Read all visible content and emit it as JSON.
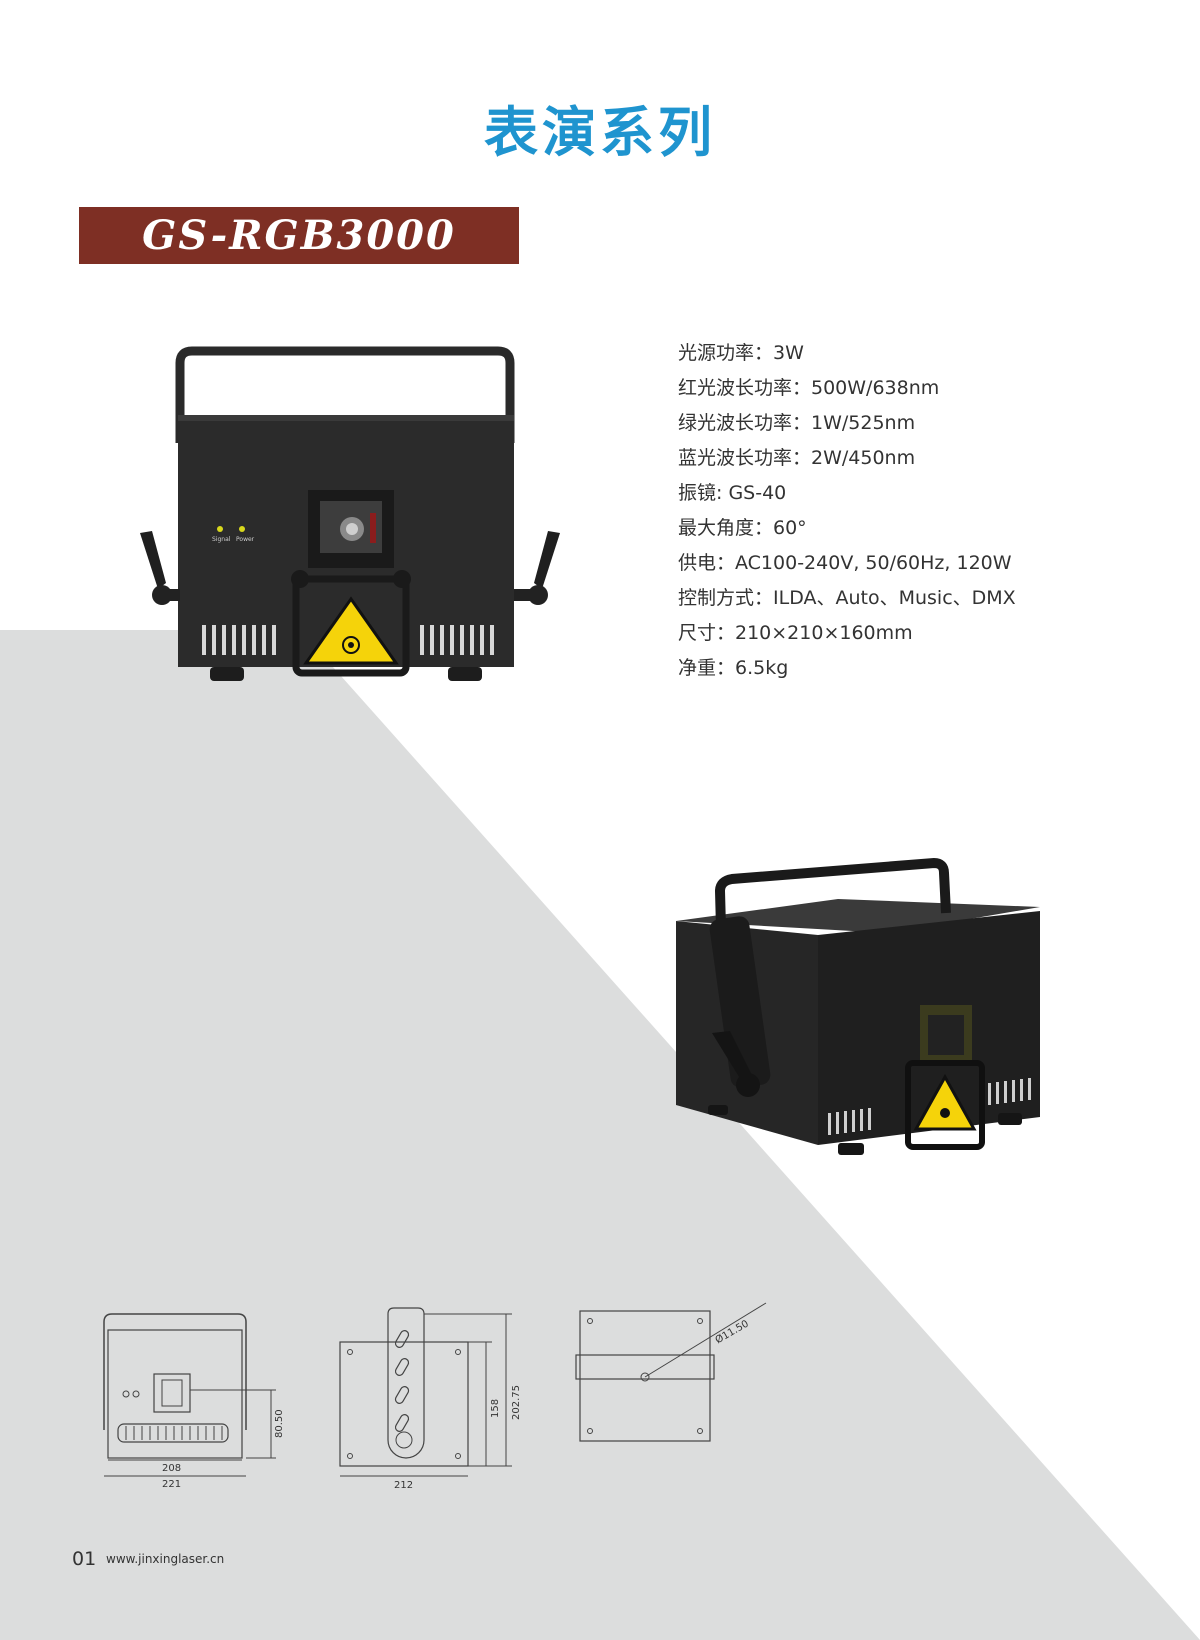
{
  "header": {
    "title": "表演系列"
  },
  "model_banner": {
    "label": "GS-RGB3000"
  },
  "specs": [
    "光源功率：3W",
    "红光波长功率：500W/638nm",
    "绿光波长功率：1W/525nm",
    "蓝光波长功率：2W/450nm",
    "振镜: GS-40",
    "最大角度：60°",
    "供电：AC100-240V, 50/60Hz, 120W",
    "控制方式：ILDA、Auto、Music、DMX",
    "尺寸：210×210×160mm",
    "净重：6.5kg"
  ],
  "front_photo": {
    "led_labels": [
      "Signal",
      "Power"
    ]
  },
  "drawings": {
    "front": {
      "dims": [
        "80.50",
        "208",
        "221"
      ]
    },
    "side": {
      "dims": [
        "158",
        "202.75",
        "212"
      ]
    },
    "top": {
      "dims": [
        "Ø11.50"
      ]
    }
  },
  "footer": {
    "page": "01",
    "url": "www.jinxinglaser.cn"
  },
  "colors": {
    "title": "#1f94cf",
    "banner": "#7e2f24",
    "background_band": "#dcdddd",
    "warning": "#f5d30a"
  }
}
